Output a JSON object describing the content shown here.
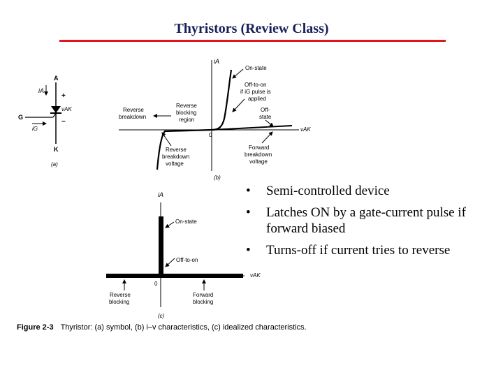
{
  "title": "Thyristors (Review Class)",
  "bullets": [
    "Semi-controlled device",
    "Latches ON by a gate-current pulse if forward biased",
    "Turns-off if current tries to reverse"
  ],
  "caption": {
    "figure": "Figure 2-3",
    "text": "Thyristor: (a) symbol, (b) i–v characteristics, (c) idealized characteristics."
  },
  "symbol": {
    "anode": "A",
    "cathode": "K",
    "gate": "G",
    "anode_current": "iA",
    "gate_current": "iG",
    "voltage": "vAK",
    "plus": "+",
    "minus": "−",
    "panel": "(a)"
  },
  "iv_char": {
    "y_axis": "iA",
    "x_axis": "vAK",
    "origin": "0",
    "on_state": "On-state",
    "off_to_on": [
      "Off-to-on",
      "if iG pulse is",
      "applied"
    ],
    "off_state": [
      "Off-",
      "state"
    ],
    "reverse_blocking": [
      "Reverse",
      "blocking",
      "region"
    ],
    "reverse_breakdown": [
      "Reverse",
      "breakdown"
    ],
    "reverse_breakdown_voltage": [
      "Reverse",
      "breakdown",
      "voltage"
    ],
    "forward_breakdown_voltage": [
      "Forward",
      "breakdown",
      "voltage"
    ],
    "panel": "(b)"
  },
  "ideal_char": {
    "y_axis": "iA",
    "x_axis": "vAK",
    "origin": "0",
    "on_state": "On-state",
    "off_to_on": "Off-to-on",
    "reverse_blocking": [
      "Reverse",
      "blocking"
    ],
    "forward_blocking": [
      "Forward",
      "blocking"
    ],
    "panel": "(c)"
  }
}
